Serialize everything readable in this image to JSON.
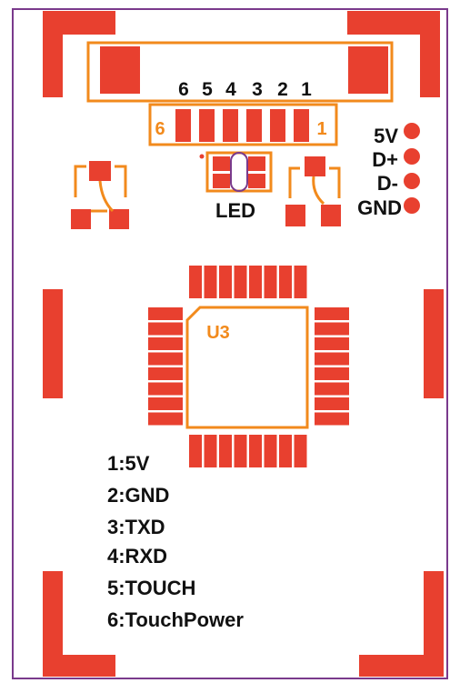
{
  "colors": {
    "pad": "#e8402f",
    "silkscreen": "#f28a1c",
    "text": "#111111",
    "outline": "#7a3a8c",
    "background": "#ffffff"
  },
  "connector": {
    "pin_numbers": [
      "6",
      "5",
      "4",
      "3",
      "2",
      "1"
    ],
    "silk_left": "6",
    "silk_right": "1"
  },
  "led_label": "LED",
  "chip_label": "U3",
  "usb_pins": [
    "5V",
    "D+",
    "D-",
    "GND"
  ],
  "pin_legend": [
    "1:5V",
    "2:GND",
    "3:TXD",
    "4:RXD",
    "5:TOUCH",
    "6:TouchPower"
  ]
}
